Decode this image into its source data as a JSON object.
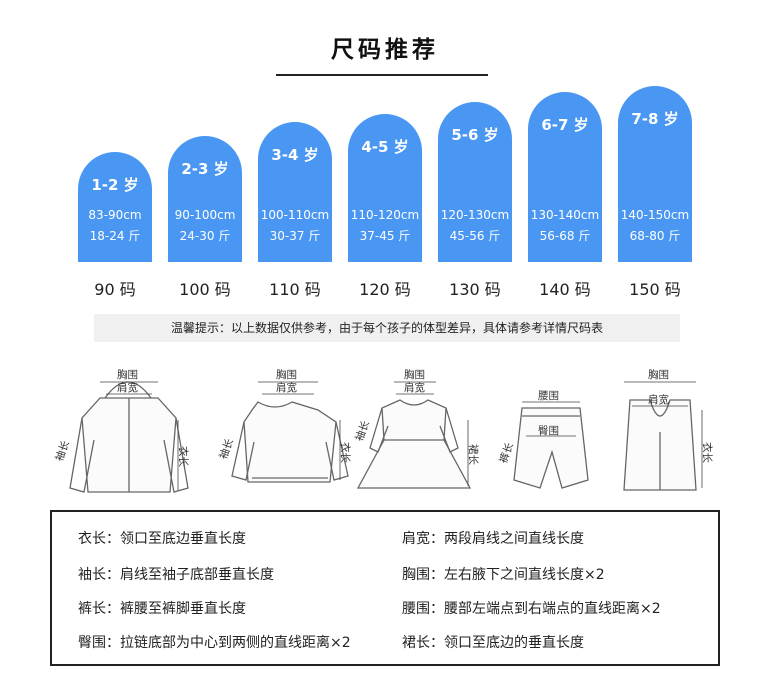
{
  "title": "尺码推荐",
  "sizes": [
    {
      "age": "1-2 岁",
      "height": "83-90cm",
      "weight": "18-24 斤",
      "label": "90 码"
    },
    {
      "age": "2-3 岁",
      "height": "90-100cm",
      "weight": "24-30 斤",
      "label": "100 码"
    },
    {
      "age": "3-4 岁",
      "height": "100-110cm",
      "weight": "30-37 斤",
      "label": "110 码"
    },
    {
      "age": "4-5 岁",
      "height": "110-120cm",
      "weight": "37-45 斤",
      "label": "120 码"
    },
    {
      "age": "5-6 岁",
      "height": "120-130cm",
      "weight": "45-56 斤",
      "label": "130 码"
    },
    {
      "age": "6-7 岁",
      "height": "130-140cm",
      "weight": "56-68 斤",
      "label": "140 码"
    },
    {
      "age": "7-8 岁",
      "height": "140-150cm",
      "weight": "68-80 斤",
      "label": "150 码"
    }
  ],
  "tip": "温馨提示：以上数据仅供参考，由于每个孩子的体型差异，具体请参考详情尺码表",
  "garment_labels": {
    "chest": "胸围",
    "shoulder": "肩宽",
    "sleeve": "袖长",
    "length": "衣长",
    "skirt": "裙长",
    "waist": "腰围",
    "hip": "臀围",
    "pants": "裤长"
  },
  "legend": {
    "left": [
      "衣长：领口至底边垂直长度",
      "袖长：肩线至袖子底部垂直长度",
      "裤长：裤腰至裤脚垂直长度",
      "臀围：拉链底部为中心到两侧的直线距离×2"
    ],
    "right": [
      "肩宽：两段肩线之间直线长度",
      "胸围：左右腋下之间直线长度×2",
      "腰围：腰部左端点到右端点的直线距离×2",
      "裙长：领口至底边的垂直长度"
    ]
  },
  "colors": {
    "pill": "#4a97f3",
    "tip_bg": "#f0f0f0"
  }
}
